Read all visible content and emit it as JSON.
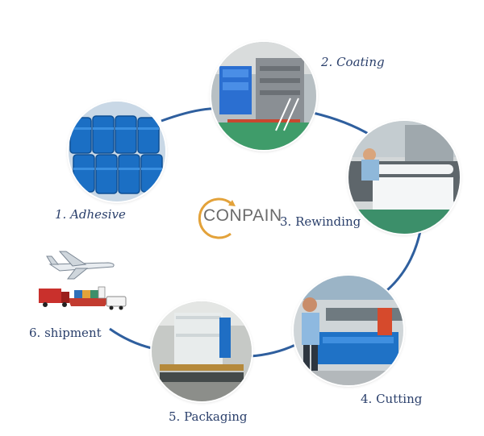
{
  "brand": {
    "logo_text": "CONPAIN",
    "accent": "#e3a23a",
    "text_color": "#6b6b6b"
  },
  "process": {
    "ring_color": "#2f5f9e",
    "label_color": "#2a3f6b",
    "steps": [
      {
        "label": "1. Adhesive",
        "image": "blue-drums-photo"
      },
      {
        "label": "2. Coating",
        "image": "coating-machine-photo"
      },
      {
        "label": "3. Rewinding",
        "image": "rewinding-machine-photo"
      },
      {
        "label": "4. Cutting",
        "image": "cutting-machine-photo"
      },
      {
        "label": "5. Packaging",
        "image": "packaging-photo"
      },
      {
        "label": "6. shipment",
        "image": "shipment-illustration"
      }
    ]
  }
}
